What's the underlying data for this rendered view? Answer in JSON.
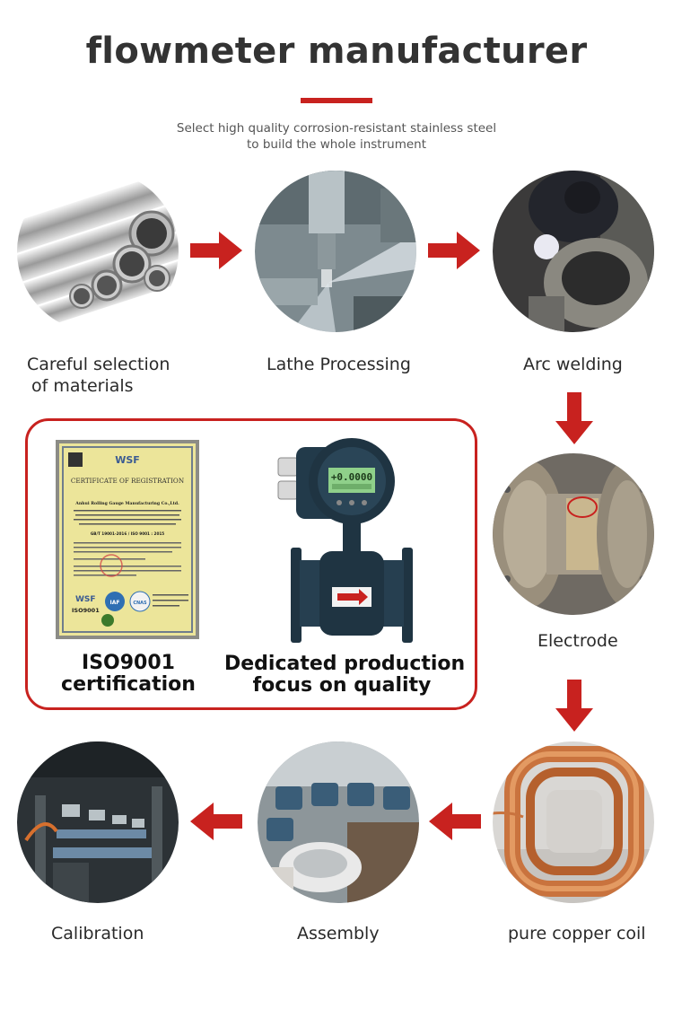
{
  "header": {
    "title": "flowmeter manufacturer",
    "subtitle_line1": "Select high quality corrosion-resistant stainless steel",
    "subtitle_line2": "to build the whole instrument"
  },
  "steps": {
    "materials": {
      "line1": "Careful selection",
      "line2": "of materials"
    },
    "lathe": "Lathe Processing",
    "welding": "Arc welding",
    "electrode": "Electrode",
    "coil": "pure copper coil",
    "assembly": "Assembly",
    "calibration": "Calibration"
  },
  "certification": {
    "iso": {
      "line1": "ISO9001",
      "line2": "certification"
    },
    "quality": {
      "line1": "Dedicated production",
      "line2": "focus on quality"
    },
    "certificate_image": {
      "brand": "WSF",
      "heading": "CERTIFICATE OF REGISTRATION",
      "company": "Anhui Rolling Gauge Manufacturing Co.,Ltd.",
      "standard": "GB/T 19001-2016 / ISO 9001 : 2015",
      "mark": "ISO9001",
      "badges": [
        "IAF",
        "CNAS"
      ]
    },
    "meter_display": "+0.0000"
  },
  "colors": {
    "accent_red": "#c8221f",
    "title_text": "#333333"
  }
}
